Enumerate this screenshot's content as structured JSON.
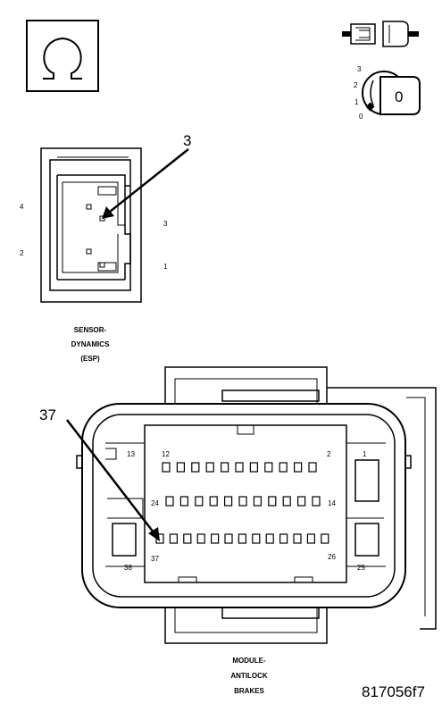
{
  "symbols": {
    "ohm": "ohm-symbol",
    "connector_unplug": "connector-disconnect-icon",
    "ignition_key": "ignition-key-icon",
    "key_positions": [
      "3",
      "2",
      "1",
      "0"
    ],
    "key_face": "0"
  },
  "sensor": {
    "label_lines": [
      "SENSOR-",
      "DYNAMICS",
      "(ESP)"
    ],
    "callout": "3",
    "pins": [
      "4",
      "3",
      "2",
      "1"
    ]
  },
  "module": {
    "label_lines": [
      "MODULE-",
      "ANTILOCK",
      "BRAKES"
    ],
    "callout": "37",
    "pins": {
      "top_left": "12",
      "top_right": "2",
      "mid_left": "24",
      "mid_right": "14",
      "bottom_left": "37",
      "bottom_right": "26",
      "outer_top_left": "13",
      "outer_top_right": "1",
      "outer_bottom_left": "38",
      "outer_bottom_right": "25"
    }
  },
  "figure_code": "817056f7"
}
